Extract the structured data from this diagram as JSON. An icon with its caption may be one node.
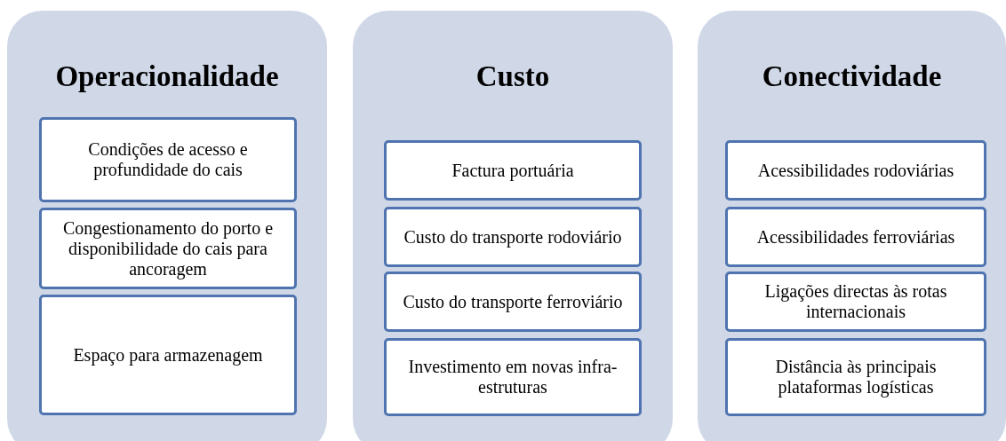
{
  "diagram": {
    "nodes": [
      {
        "text": [
          "Operacionalidade"
        ]
      },
      {
        "text": [
          "Condições de acesso e profundidade do cais"
        ],
        "in": 0
      },
      {
        "text": [
          "Congestionamento do porto e disponibilidade do cais para ancoragem"
        ],
        "in": 0
      },
      {
        "text": [
          "Espaço para armazenagem"
        ],
        "in": 0
      },
      {
        "text": [
          "Custo"
        ]
      },
      {
        "text": [
          "Factura portuária"
        ],
        "in": 4
      },
      {
        "text": [
          "Custo do transporte rodoviário"
        ],
        "in": 4
      },
      {
        "text": [
          "Custo do transporte ferroviário"
        ],
        "in": 4
      },
      {
        "text": [
          "Investimento em novas infra-estruturas"
        ],
        "in": 4
      },
      {
        "text": [
          "Conectividade"
        ]
      },
      {
        "text": [
          "Acessibilidades rodoviárias"
        ],
        "in": 9
      },
      {
        "text": [
          "Acessibilidades ferroviárias"
        ],
        "in": 9
      },
      {
        "text": [
          "Ligações directas às rotas internacionais"
        ],
        "in": 9
      },
      {
        "text": [
          "Distância às principais plataformas logísticas"
        ],
        "in": 9
      }
    ]
  }
}
